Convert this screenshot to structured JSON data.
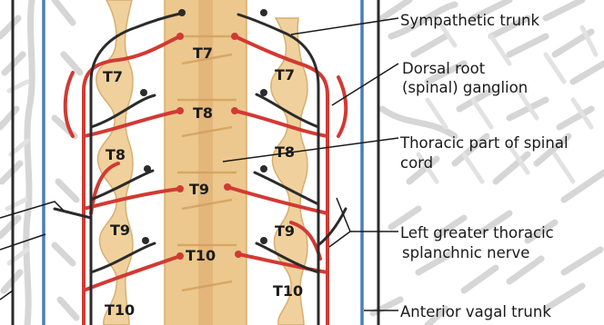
{
  "figure": {
    "segment_labels": {
      "cord_t7": "T7",
      "cord_t8": "T8",
      "cord_t9": "T9",
      "cord_t10": "T10",
      "left_t7": "T7",
      "left_t8": "T8",
      "left_t9": "T9",
      "left_t10": "T10",
      "right_t7": "T7",
      "right_t8": "T8",
      "right_t9": "T9",
      "right_t10": "T10"
    },
    "callouts": {
      "sympathetic_trunk": "Sympathetic trunk",
      "dorsal_root_ganglion_1": "Dorsal root",
      "dorsal_root_ganglion_2": "(spinal) ganglion",
      "thoracic_cord_1": "Thoracic part of spinal",
      "thoracic_cord_2": "cord",
      "splanchnic_1": "Left greater thoracic",
      "splanchnic_2": "splanchnic nerve",
      "vagal_trunk": "Anterior vagal trunk"
    },
    "colors": {
      "background": "#ffffff",
      "background_vessels": "#d6d6d6",
      "cord": "#ecc88e",
      "cord_center": "#e1b277",
      "ganglia": "#f0d19d",
      "red_nerve": "#d13a33",
      "dark_nerve": "#2b2b2b",
      "blue_vessel": "#4a7fb8",
      "leader_line": "#1a1a1a"
    }
  }
}
